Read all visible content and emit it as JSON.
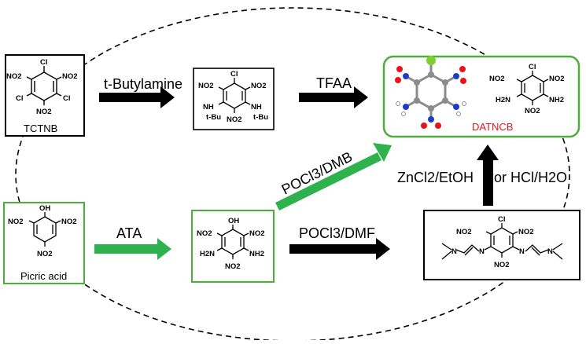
{
  "nodes": {
    "tctnb": {
      "label": "TCTNB",
      "substituents": [
        "Cl",
        "NO2",
        "NO2",
        "Cl",
        "Cl",
        "NO2"
      ]
    },
    "intermediate1": {
      "substituents": [
        "Cl",
        "NO2",
        "NO2",
        "NH",
        "t-Bu",
        "NH",
        "t-Bu",
        "NO2"
      ]
    },
    "datncb": {
      "label": "DATNCB",
      "substituents": [
        "Cl",
        "NO2",
        "NO2",
        "H2N",
        "NH2",
        "NO2"
      ]
    },
    "picric_acid": {
      "label": "Picric acid",
      "substituents": [
        "OH",
        "NO2",
        "NO2",
        "NO2"
      ]
    },
    "intermediate2": {
      "substituents": [
        "OH",
        "NO2",
        "NO2",
        "H2N",
        "NH2",
        "NO2"
      ]
    },
    "intermediate3": {
      "substituents": [
        "Cl",
        "NO2",
        "NO2",
        "N",
        "N",
        "N",
        "N",
        "NO2"
      ]
    }
  },
  "reactions": {
    "t_butylamine": "t-Butylamine",
    "tfaa": "TFAA",
    "pocl3_dmb": "POCl3/DMB",
    "ata": "ATA",
    "pocl3_dmf": "POCl3/DMF",
    "zncl2_etoh": "ZnCl2/EtOH",
    "or_hcl": "or HCl/H2O"
  },
  "colors": {
    "green_box": "#4caf3a",
    "green_arrow": "#2db24e",
    "black_arrow": "#000000",
    "atom_red": "#e8131b",
    "atom_blue": "#1f3cc8",
    "atom_green": "#7cd12e",
    "atom_gray": "#8c8c8c",
    "label_red": "#e8131b"
  }
}
